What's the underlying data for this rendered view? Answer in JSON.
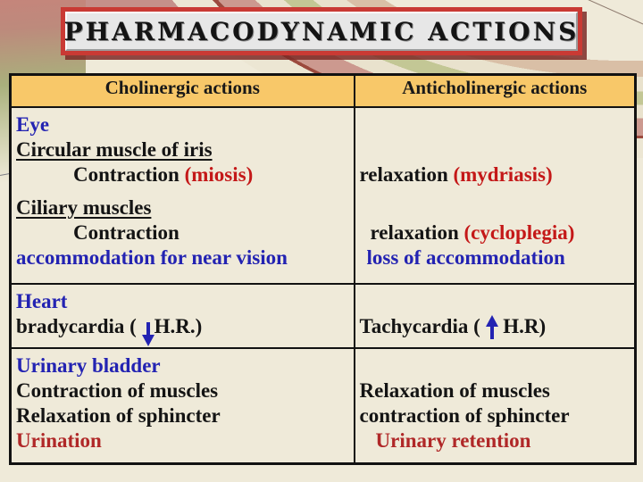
{
  "slide": {
    "title": "PHARMACODYNAMIC ACTIONS",
    "colors": {
      "black": "#141414",
      "blue": "#2323b2",
      "red": "#c41818",
      "dark_red": "#b02828",
      "arrow_blue": "#2323b2",
      "header_bg": "#f8c869",
      "cell_bg": "#efead9",
      "title_border": "#c93a34"
    },
    "icons": {
      "down": "down-arrow-icon",
      "up": "up-arrow-icon"
    }
  },
  "table": {
    "headers": [
      "Cholinergic actions",
      "Anticholinergic actions"
    ],
    "sections": [
      {
        "name": "eye",
        "left": [
          {
            "segments": [
              {
                "text": "Eye",
                "color": "blue"
              }
            ]
          },
          {
            "segments": [
              {
                "text": "Circular muscle of iris",
                "color": "black",
                "underline": true
              }
            ]
          },
          {
            "indent": 64,
            "segments": [
              {
                "text": "Contraction ",
                "color": "black"
              },
              {
                "text": "(miosis)",
                "color": "red"
              }
            ]
          },
          {
            "gap": true,
            "segments": [
              {
                "text": "Ciliary muscles",
                "color": "black",
                "underline": true
              }
            ]
          },
          {
            "indent": 64,
            "segments": [
              {
                "text": "Contraction",
                "color": "black"
              }
            ]
          },
          {
            "segments": [
              {
                "text": "accommodation for near vision",
                "color": "blue"
              }
            ]
          }
        ],
        "right": [
          {
            "blank": true
          },
          {
            "blank": true
          },
          {
            "segments": [
              {
                "text": "relaxation ",
                "color": "black"
              },
              {
                "text": "(mydriasis)",
                "color": "red"
              }
            ]
          },
          {
            "blank": true,
            "gap": true
          },
          {
            "indent": 12,
            "segments": [
              {
                "text": "relaxation ",
                "color": "black"
              },
              {
                "text": "(cycloplegia)",
                "color": "red"
              }
            ]
          },
          {
            "indent": 8,
            "segments": [
              {
                "text": "loss of accommodation",
                "color": "blue"
              }
            ]
          }
        ]
      },
      {
        "name": "heart",
        "left": [
          {
            "segments": [
              {
                "text": "Heart",
                "color": "blue"
              }
            ]
          },
          {
            "segments": [
              {
                "text": "bradycardia ( ",
                "color": "black"
              },
              {
                "arrow": "down"
              },
              {
                "text": "H.R.)",
                "color": "black"
              }
            ]
          }
        ],
        "right": [
          {
            "blank": true
          },
          {
            "segments": [
              {
                "text": "Tachycardia ( ",
                "color": "black"
              },
              {
                "arrow": "up"
              },
              {
                "text": " H.R)",
                "color": "black"
              }
            ]
          }
        ]
      },
      {
        "name": "urinary-bladder",
        "left": [
          {
            "segments": [
              {
                "text": "Urinary bladder",
                "color": "blue"
              }
            ]
          },
          {
            "segments": [
              {
                "text": "Contraction of muscles",
                "color": "black"
              }
            ]
          },
          {
            "segments": [
              {
                "text": "Relaxation of sphincter",
                "color": "black"
              }
            ]
          },
          {
            "segments": [
              {
                "text": "Urination",
                "color": "dark_red"
              }
            ]
          }
        ],
        "right": [
          {
            "blank": true
          },
          {
            "segments": [
              {
                "text": "Relaxation of muscles",
                "color": "black"
              }
            ]
          },
          {
            "segments": [
              {
                "text": "contraction of sphincter",
                "color": "black"
              }
            ]
          },
          {
            "indent": 18,
            "segments": [
              {
                "text": "Urinary retention",
                "color": "dark_red"
              }
            ]
          }
        ]
      }
    ]
  }
}
